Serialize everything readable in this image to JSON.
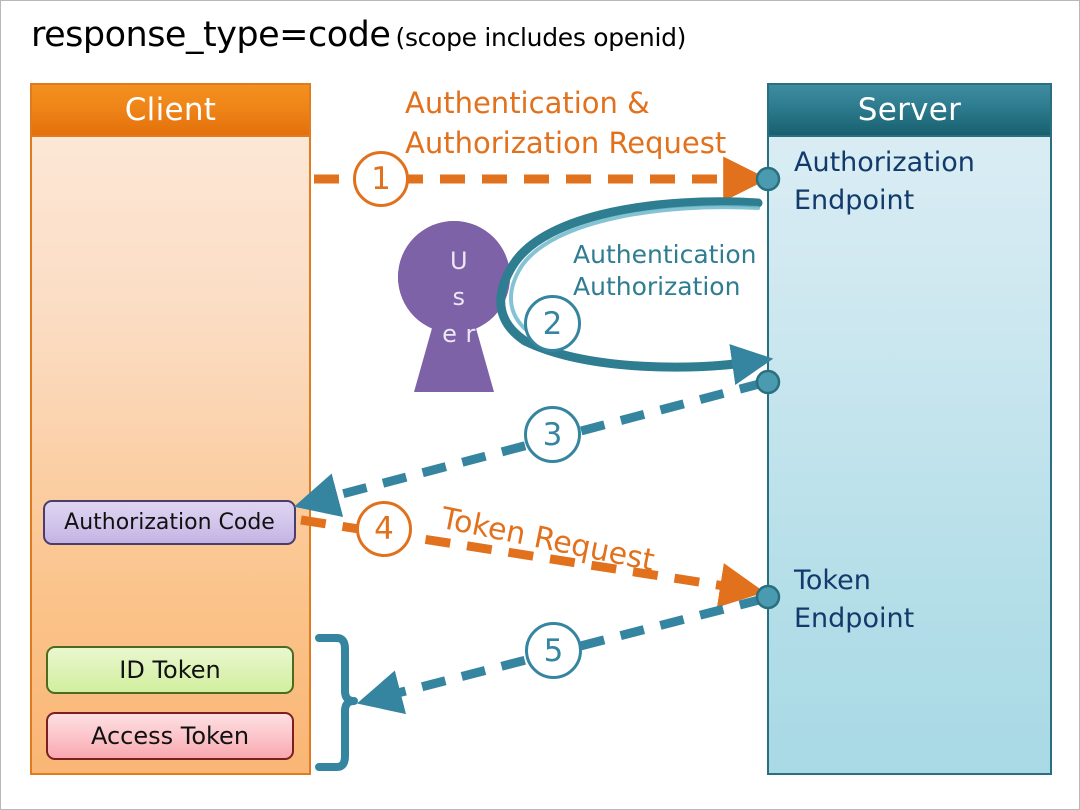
{
  "title": {
    "main": "response_type=code",
    "sub": "(scope includes openid)"
  },
  "client": {
    "header": "Client",
    "items": [
      {
        "label": "Authorization Code"
      },
      {
        "label": "ID Token"
      },
      {
        "label": "Access Token"
      }
    ]
  },
  "server": {
    "header": "Server",
    "endpoints": [
      {
        "label": "Authorization\nEndpoint"
      },
      {
        "label": "Token\nEndpoint"
      }
    ]
  },
  "user": {
    "label": "User",
    "letters": "U\ns\ne\nr"
  },
  "flows": [
    {
      "step": "1",
      "label": "Authentication &\nAuthorization Request",
      "color": "#e2711d",
      "style": "dashed",
      "direction": "client-to-server"
    },
    {
      "step": "2",
      "label": "Authentication\nAuthorization",
      "color": "#2f7d90",
      "style": "solid",
      "direction": "server-to-user-to-server"
    },
    {
      "step": "3",
      "label": "",
      "color": "#3585a0",
      "style": "dashed",
      "direction": "server-to-client"
    },
    {
      "step": "4",
      "label": "Token Request",
      "color": "#e2711d",
      "style": "dashed",
      "direction": "client-to-server"
    },
    {
      "step": "5",
      "label": "",
      "color": "#3585a0",
      "style": "dashed",
      "direction": "server-to-client"
    }
  ],
  "colors": {
    "client_accent": "#e07b20",
    "server_accent": "#2a6f80",
    "orange_arrow": "#e2711d",
    "teal_arrow": "#3585a0",
    "user_purple": "#7d62a8",
    "endpoint_text": "#123a6b"
  }
}
